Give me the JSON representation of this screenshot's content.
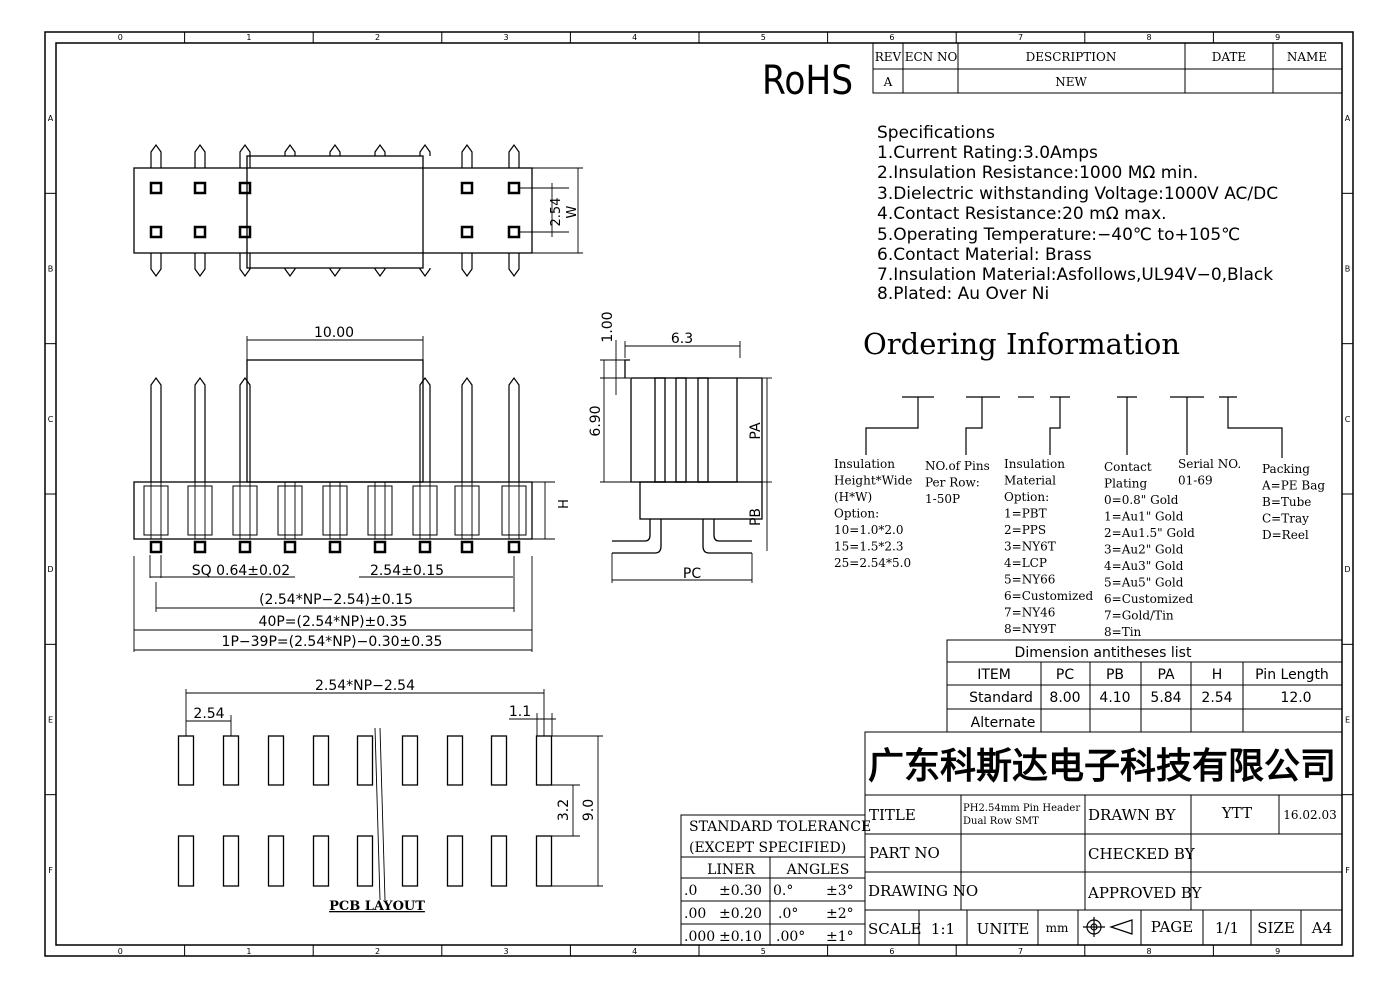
{
  "frame": {
    "col_labels": [
      "0",
      "1",
      "2",
      "3",
      "4",
      "5",
      "6",
      "7",
      "8",
      "9"
    ],
    "row_labels": [
      "A",
      "B",
      "C",
      "D",
      "E",
      "F"
    ]
  },
  "rohs": "RoHS",
  "revision": {
    "headers": [
      "REV",
      "ECN NO",
      "DESCRIPTION",
      "DATE",
      "NAME"
    ],
    "row": [
      "A",
      "",
      "NEW",
      "",
      ""
    ]
  },
  "specs": {
    "title": "Specifications",
    "lines": [
      "1.Current  Rating:3.0Amps",
      "2.Insulation  Resistance:1000  MΩ  min.",
      "3.Dielectric  withstanding  Voltage:1000V  AC/DC",
      "4.Contact  Resistance:20  mΩ  max.",
      "5.Operating  Temperature:−40℃  to+105℃",
      "6.Contact  Material:  Brass",
      "7.Insulation  Material:Asfollows,UL94V−0,Black",
      "8.Plated:  Au  Over  Ni"
    ]
  },
  "ordering": {
    "title": "Ordering  Information",
    "groups": [
      {
        "lines": [
          "Insulation",
          "Height*Wide",
          "(H*W)",
          "Option:",
          "10=1.0*2.0",
          "15=1.5*2.3",
          "25=2.54*5.0"
        ]
      },
      {
        "lines": [
          "NO.of Pins",
          "Per Row:",
          "1-50P"
        ]
      },
      {
        "lines": [
          "Insulation",
          "Material",
          "Option:",
          "1=PBT",
          "2=PPS",
          "3=NY6T",
          "4=LCP",
          "5=NY66",
          "6=Customized",
          "7=NY46",
          "8=NY9T"
        ]
      },
      {
        "lines": [
          "Contact",
          "Plating",
          "0=0.8\" Gold",
          "1=Au1\" Gold",
          "2=Au1.5\" Gold",
          "3=Au2\" Gold",
          "4=Au3\" Gold",
          "5=Au5\" Gold",
          "6=Customized",
          "7=Gold/Tin",
          "8=Tin"
        ]
      },
      {
        "lines": [
          "Serial NO.",
          "01-69"
        ]
      },
      {
        "lines": [
          "Packing",
          "A=PE Bag",
          "B=Tube",
          "C=Tray",
          "D=Reel"
        ]
      }
    ]
  },
  "dim_table": {
    "title": "Dimension  antitheses  list",
    "headers": [
      "ITEM",
      "PC",
      "PB",
      "PA",
      "H",
      "Pin Length"
    ],
    "rows": [
      [
        "Standard",
        "8.00",
        "4.10",
        "5.84",
        "2.54",
        "12.0"
      ],
      [
        "Alternate",
        "",
        "",
        "",
        "",
        ""
      ]
    ]
  },
  "company": "广东科斯达电子科技有限公司",
  "title_block": {
    "title_label": "TITLE",
    "title_value_1": "PH2.54mm Pin Header",
    "title_value_2": "Dual Row SMT",
    "drawn_by_label": "DRAWN BY",
    "drawn_by": "YTT",
    "date": "16.02.03",
    "part_no_label": "PART NO",
    "checked_by_label": "CHECKED BY",
    "drawing_no_label": "DRAWING NO",
    "approved_by_label": "APPROVED BY",
    "scale_label": "SCALE",
    "scale": "1:1",
    "unite_label": "UNITE",
    "unite": "mm",
    "page_label": "PAGE",
    "page": "1/1",
    "size_label": "SIZE",
    "size": "A4"
  },
  "tolerance": {
    "title_1": "STANDARD  TOLERANCE",
    "title_2": "(EXCEPT  SPECIFIED)",
    "liner_label": "LINER",
    "angles_label": "ANGLES",
    "rows": [
      [
        ".0",
        "±0.30",
        "0.°",
        "±3°"
      ],
      [
        ".00",
        "±0.20",
        ".0°",
        "±2°"
      ],
      [
        ".000",
        "±0.10",
        ".00°",
        "±1°"
      ]
    ]
  },
  "dims": {
    "top_pitch": "2.54",
    "top_w": "W",
    "front_width": "10.00",
    "front_h": "H",
    "sq": "SQ  0.64±0.02",
    "pitch_tol": "2.54±0.15",
    "span": "(2.54*NP−2.54)±0.15",
    "p40": "40P=(2.54*NP)±0.35",
    "p139": "1P−39P=(2.54*NP)−0.30±0.35",
    "side_top": "1.00",
    "side_w": "6.3",
    "side_h": "6.90",
    "pa": "PA",
    "pb": "PB",
    "pc": "PC",
    "pcb_span": "2.54*NP−2.54",
    "pcb_pitch": "2.54",
    "pcb_pad_w": "1.1",
    "pcb_pad_h": "3.2",
    "pcb_total": "9.0",
    "pcb_label": "PCB LAYOUT"
  }
}
